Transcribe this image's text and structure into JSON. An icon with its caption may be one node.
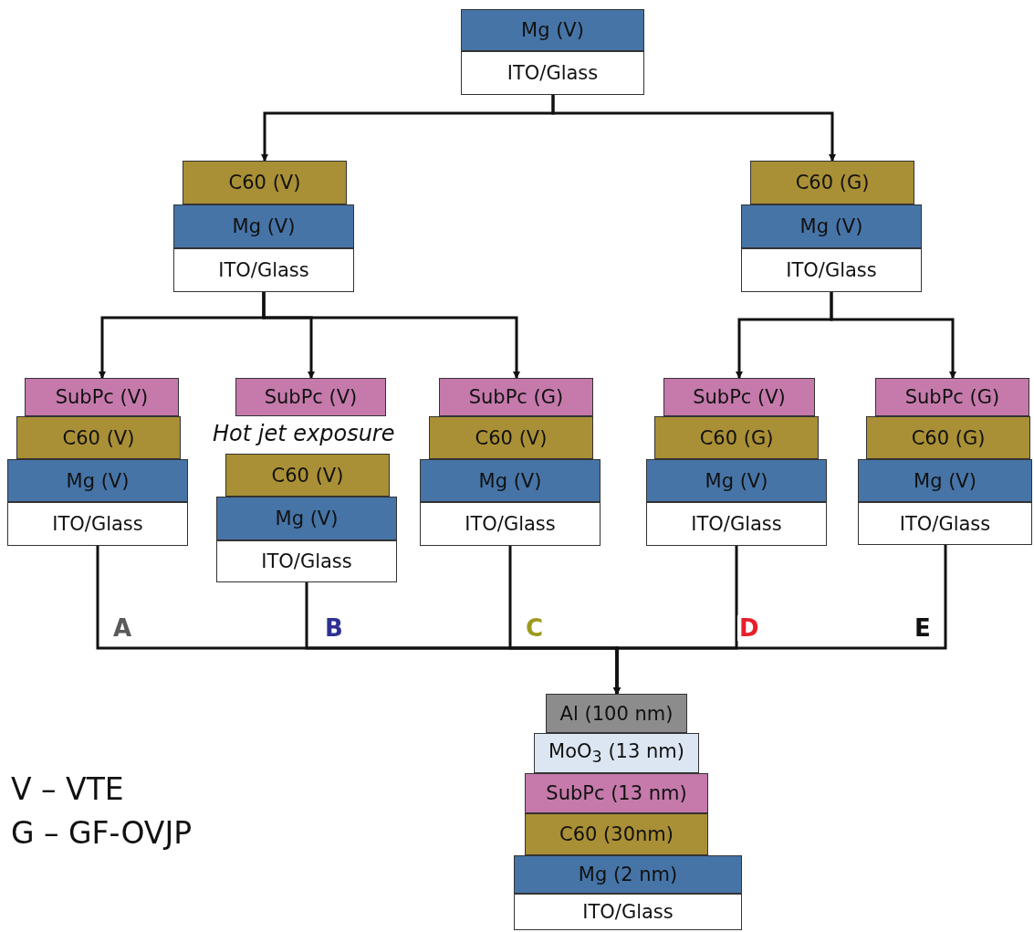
{
  "diagram": {
    "nodes": [
      {
        "text": [
          "Mg (V)"
        ]
      },
      {
        "text": [
          "ITO/Glass"
        ]
      },
      {
        "text": [
          "C60 (V)"
        ]
      },
      {
        "text": [
          "Mg (V)"
        ]
      },
      {
        "text": [
          "ITO/Glass"
        ]
      },
      {
        "text": [
          "C60 (G)"
        ]
      },
      {
        "text": [
          "Mg (V)"
        ]
      },
      {
        "text": [
          "ITO/Glass"
        ]
      },
      {
        "text": [
          "SubPc (V)"
        ]
      },
      {
        "text": [
          "C60 (V)"
        ]
      },
      {
        "text": [
          "Mg (V)"
        ]
      },
      {
        "text": [
          "ITO/Glass"
        ]
      },
      {
        "text": [
          "SubPc (V)"
        ]
      },
      {
        "text": [
          "C60 (V)"
        ]
      },
      {
        "text": [
          "Mg (V)"
        ]
      },
      {
        "text": [
          "ITO/Glass"
        ]
      },
      {
        "text": [
          "SubPc (G)"
        ]
      },
      {
        "text": [
          "C60 (V)"
        ]
      },
      {
        "text": [
          "Mg (V)"
        ]
      },
      {
        "text": [
          "ITO/Glass"
        ]
      },
      {
        "text": [
          "SubPc (V)"
        ]
      },
      {
        "text": [
          "C60 (G)"
        ]
      },
      {
        "text": [
          "Mg (V)"
        ]
      },
      {
        "text": [
          "ITO/Glass"
        ]
      },
      {
        "text": [
          "SubPc (G)"
        ]
      },
      {
        "text": [
          "C60 (G)"
        ]
      },
      {
        "text": [
          "Mg (V)"
        ]
      },
      {
        "text": [
          "ITO/Glass"
        ]
      },
      {
        "text": [
          "Al (100 nm)"
        ]
      },
      {
        "text": [
          "MoO$_{3}$ (13 nm)"
        ]
      },
      {
        "text": [
          "SubPc (13 nm)"
        ]
      },
      {
        "text": [
          "C60 (30nm)"
        ]
      },
      {
        "text": [
          "Mg (2 nm)"
        ]
      },
      {
        "text": [
          "ITO/Glass"
        ]
      }
    ],
    "edges": [
      {
        "from": 1,
        "to": 2,
        "arrow": "to"
      },
      {
        "from": 1,
        "to": 5,
        "arrow": "to"
      },
      {
        "from": 4,
        "to": 8,
        "arrow": "to"
      },
      {
        "from": 4,
        "to": 12,
        "arrow": "to"
      },
      {
        "from": 4,
        "to": 16,
        "arrow": "to"
      },
      {
        "from": 7,
        "to": 20,
        "arrow": "to"
      },
      {
        "from": 7,
        "to": 24,
        "arrow": "to"
      },
      {
        "from": 11,
        "to": 28,
        "arrow": "to",
        "label": "A"
      },
      {
        "from": 15,
        "to": 28,
        "arrow": "to",
        "label": "B"
      },
      {
        "from": 19,
        "to": 28,
        "arrow": "to",
        "label": "C"
      },
      {
        "from": 23,
        "to": 28,
        "arrow": "to",
        "label": "D"
      },
      {
        "from": 27,
        "to": 28,
        "arrow": "to",
        "label": "E"
      }
    ],
    "labels": [
      "Hot jet exposure",
      "V – VTE",
      "G – GF-OVJP"
    ]
  }
}
